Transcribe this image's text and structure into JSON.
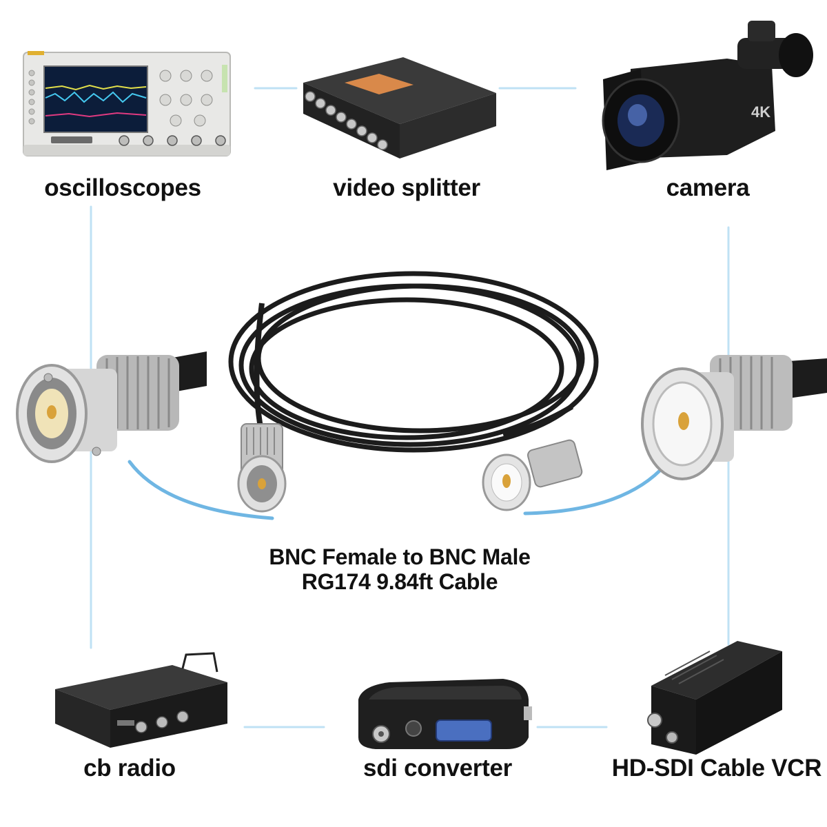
{
  "devices": {
    "oscilloscopes": "oscilloscopes",
    "video_splitter": "video splitter",
    "camera": "camera",
    "cb_radio": "cb radio",
    "sdi_converter": "sdi converter",
    "hd_sdi_vcr": "HD-SDI Cable VCR"
  },
  "product": {
    "line1": "BNC Female to BNC Male",
    "line2": "RG174 9.84ft Cable"
  },
  "camera_badge": "4K",
  "colors": {
    "connector_line": "#9fd2ef",
    "connector_arc": "#6fb6e3",
    "label_text": "#111111",
    "cable": "#1c1c1c",
    "nickel": "#c9c9c9",
    "gold": "#d9a23a"
  }
}
